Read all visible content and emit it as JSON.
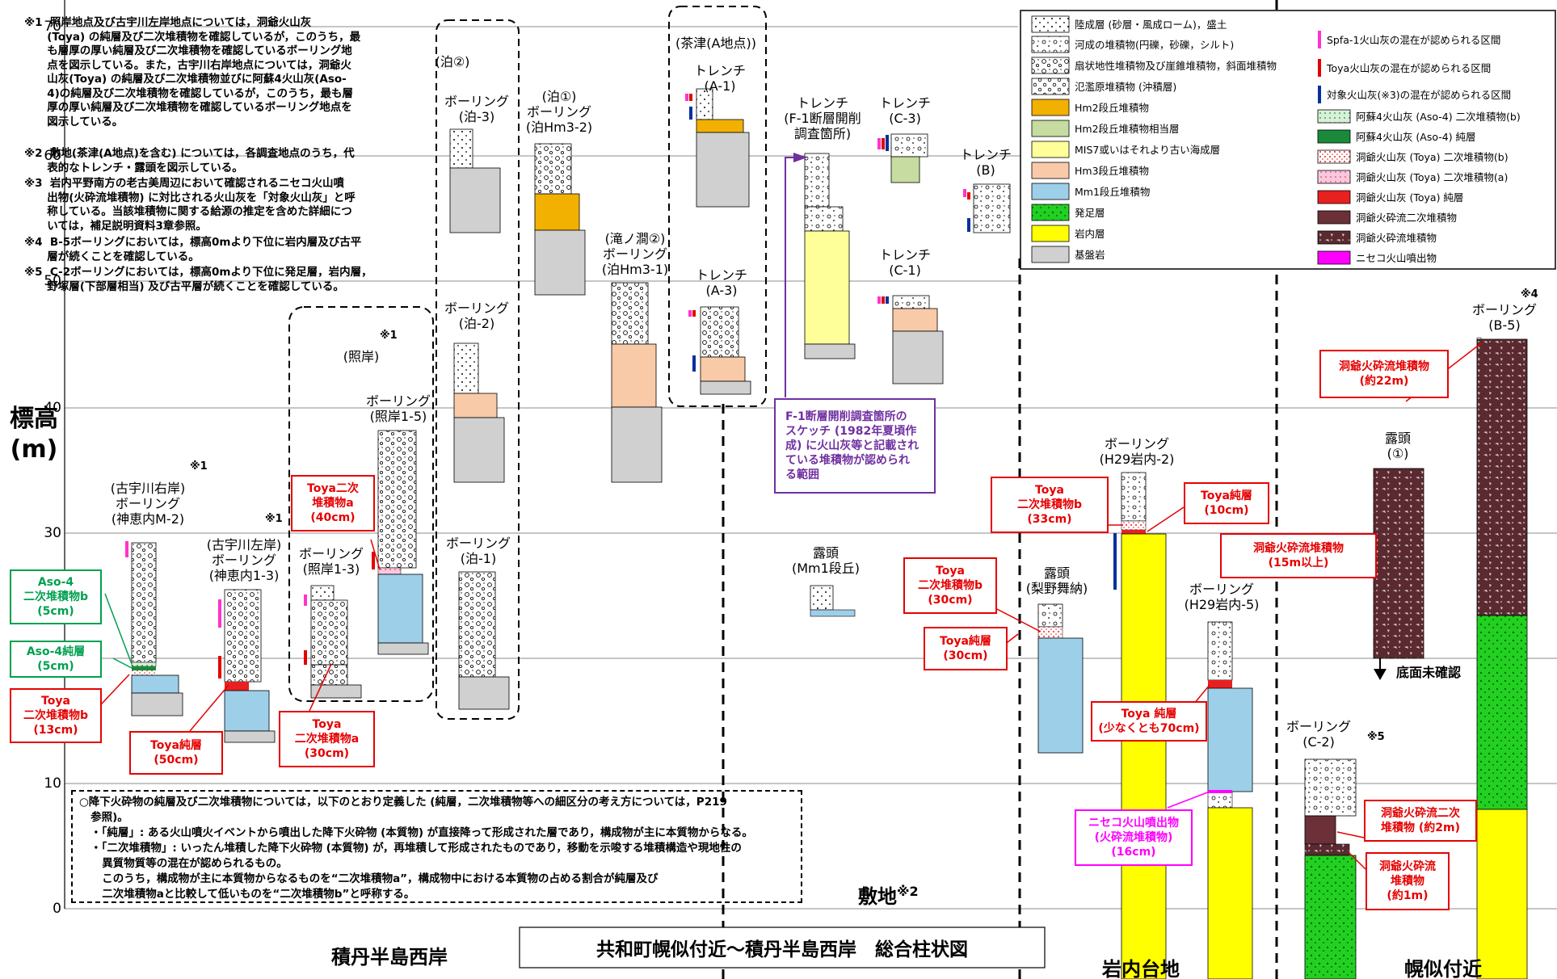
{
  "axis": {
    "ylabel": "標高\n(m)",
    "ticks": [
      "70",
      "60",
      "50",
      "40",
      "30",
      "10",
      "0"
    ]
  },
  "notes": {
    "n1": "※1  照岸地点及び古宇川左岸地点については，洞爺火山灰\n      (Toya) の純層及び二次堆積物を確認しているが，このうち，最\n      も層厚の厚い純層及び二次堆積物を確認しているボーリング地\n      点を図示している。また，古宇川右岸地点については，洞爺火\n      山灰(Toya) の純層及び二次堆積物並びに阿蘇4火山灰(Aso-\n      4)の純層及び二次堆積物を確認しているが，このうち，最も層\n      厚の厚い純層及び二次堆積物を確認しているボーリング地点を\n      図示している。",
    "n2": "※2  敷地(茶津(A地点)を含む) については，各調査地点のうち，代\n      表的なトレンチ・露頭を図示している。",
    "n3": "※3  岩内平野南方の老古美周辺において確認されるニセコ火山噴\n      出物(火砕流堆積物) に対比される火山灰を「対象火山灰」と呼\n      称している。当該堆積物に関する給源の推定を含めた詳細につ\n      いては，補足説明資料3章参照。",
    "n4": "※4  B-5ボーリングにおいては，標高0mより下位に岩内層及び古平\n      層が続くことを確認している。",
    "n5": "※5  C-2ボーリングにおいては，標高0mより下位に発足層，岩内層，\n      野塚層(下部層相当) 及び古平層が続くことを確認している。"
  },
  "legend": {
    "left": [
      "陸成層 (砂層・風成ローム)，盛土",
      "河成の堆積物(円礫，砂礫，シルト)",
      "扇状地性堆積物及び崖錐堆積物，斜面堆積物",
      "氾濫原堆積物 (沖積層)",
      "Hm2段丘堆積物",
      "Hm2段丘堆積物相当層",
      "MIS7或いはそれより古い海成層",
      "Hm3段丘堆積物",
      "Mm1段丘堆積物",
      "発足層",
      "岩内層",
      "基盤岩"
    ],
    "right": [
      "Spfa-1火山灰の混在が認められる区間",
      "Toya火山灰の混在が認められる区間",
      "対象火山灰(※3)の混在が認められる区間",
      "阿蘇4火山灰 (Aso-4) 二次堆積物(b)",
      "阿蘇4火山灰 (Aso-4) 純層",
      "洞爺火山灰 (Toya) 二次堆積物(b)",
      "洞爺火山灰 (Toya) 二次堆積物(a)",
      "洞爺火山灰 (Toya) 純層",
      "洞爺火砕流二次堆積物",
      "洞爺火砕流堆積物",
      "ニセコ火山噴出物"
    ],
    "colors": {
      "hm2": "#f2b000",
      "hm2eq": "#c6dca0",
      "mis7": "#ffff9a",
      "hm3": "#f8caa8",
      "mm1": "#9dcfe8",
      "hattari": "#22d022",
      "iwanai": "#ffff00",
      "base": "#d0d0d0",
      "spfa": "#ff33cc",
      "toya_mix": "#e60000",
      "target": "#0030a0",
      "aso_pure": "#1a8a3a",
      "toya_pure": "#e82020",
      "pyro2": "#6b3038",
      "pyro": "#5a2a30",
      "niseko": "#ff00ff"
    }
  },
  "labels": {
    "furu_r": "(古宇川右岸)\nボーリング\n(神恵内M-2)",
    "furu_l": "(古宇川左岸)\nボーリング\n(神恵内1-3)",
    "teru": "(照岸)",
    "teru13": "ボーリング\n(照岸1-3)",
    "teru15": "ボーリング\n(照岸1-5)",
    "tomari2": "(泊②)",
    "tomari3": "ボーリング\n(泊-3)",
    "tomari2b": "ボーリング\n(泊-2)",
    "tomari1b": "ボーリング\n(泊-1)",
    "tomari1": "(泊①)\nボーリング\n(泊Hm3-2)",
    "taki": "(滝ノ澗②)\nボーリング\n(泊Hm3-1)",
    "chatsu": "(茶津(A地点))",
    "a1": "トレンチ\n(A-1)",
    "a3": "トレンチ\n(A-3)",
    "f1": "トレンチ\n(F-1断層開削\n調査箇所)",
    "c3": "トレンチ\n(C-3)",
    "c1": "トレンチ\n(C-1)",
    "b": "トレンチ\n(B)",
    "mm1": "露頭\n(Mm1段丘)",
    "rishino": "露頭\n(梨野舞納)",
    "h29_2": "ボーリング\n(H29岩内-2)",
    "h29_5": "ボーリング\n(H29岩内-5)",
    "c2": "ボーリング\n(C-2)",
    "roto1": "露頭\n(①)",
    "b5": "ボーリング\n(B-5)",
    "bottom": "底面未確認",
    "stars": [
      "※1",
      "※1",
      "※1",
      "※4",
      "※5"
    ]
  },
  "callouts": {
    "aso4b": "Aso-4\n二次堆積物b\n(5cm)",
    "aso4p": "Aso-4純層\n(5cm)",
    "toyab13": "Toya\n二次堆積物b\n(13cm)",
    "toyap50": "Toya純層\n(50cm)",
    "toyaa30": "Toya\n二次堆積物a\n(30cm)",
    "toyaa40": "Toya二次\n堆積物a\n(40cm)",
    "f1sketch": "F-1断層開削調査箇所の\nスケッチ (1982年夏頃作\n成) に火山灰等と記載され\nている堆積物が認められ\nる範囲",
    "toyab30": "Toya\n二次堆積物b\n(30cm)",
    "toyap30": "Toya純層\n(30cm)",
    "toyab33": "Toya\n二次堆積物b\n(33cm)",
    "toyap10": "Toya純層\n(10cm)",
    "toyap70": "Toya 純層\n(少なくとも70cm)",
    "niseko16": "ニセコ火山噴出物\n(火砕流堆積物)\n(16cm)",
    "pyro22": "洞爺火砕流堆積物\n(約22m)",
    "pyro15": "洞爺火砕流堆積物\n(15m以上)",
    "pyro2m": "洞爺火砕流二次\n堆積物 (約2m)",
    "pyro1m": "洞爺火砕流\n堆積物\n(約1m)"
  },
  "definition": "○降下火砕物の純層及び二次堆積物については，以下のとおり定義した (純層，二次堆積物等への細区分の考え方については，P219\n   参照)。\n   ・「純層」: ある火山噴火イベントから噴出した降下火砕物 (本質物) が直接降って形成された層であり，構成物が主に本質物からなる。\n   ・「二次堆積物」: いったん堆積した降下火砕物 (本質物) が，再堆積して形成されたものであり，移動を示唆する堆積構造や現地性の\n      異質物質等の混在が認められるもの。\n      このうち，構成物が主に本質物からなるものを“二次堆積物a”，構成物中における本質物の占める割合が純層及び\n      二次堆積物aと比較して低いものを“二次堆積物b”と呼称する。",
  "regions": {
    "shakotan": "積丹半島西岸",
    "site": "敷地",
    "site_sup": "※2",
    "iwanai": "岩内台地",
    "horonitsu": "幌似付近"
  },
  "title": "共和町幌似付近～積丹半島西岸　総合柱状図"
}
